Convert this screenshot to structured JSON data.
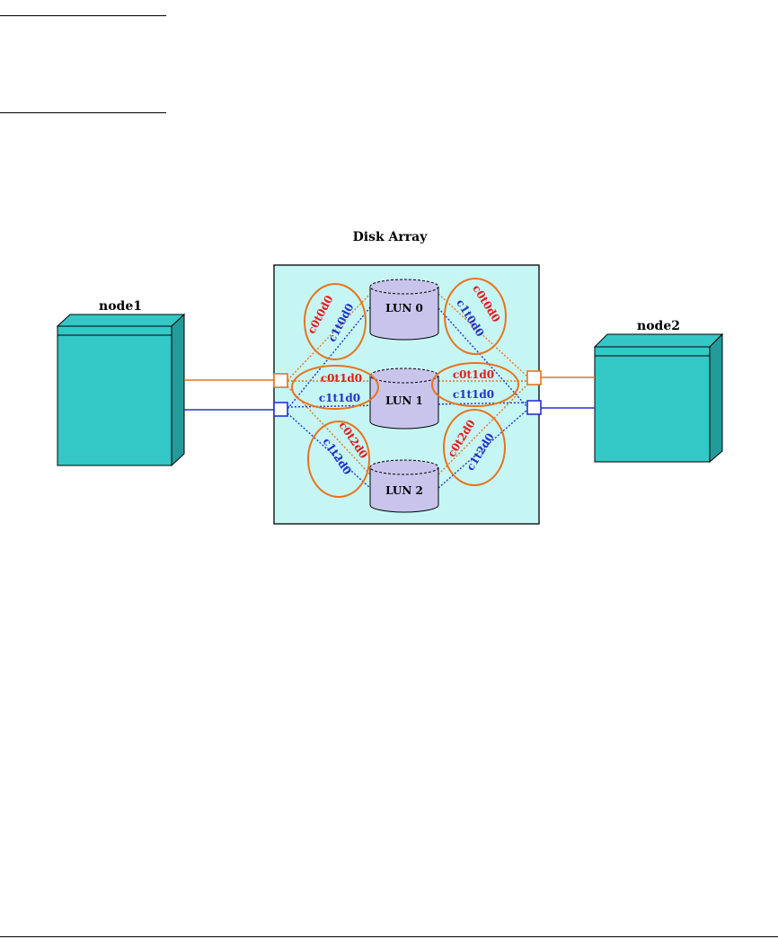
{
  "diagram": {
    "title": "Disk Array",
    "nodes": [
      {
        "id": "node1",
        "label": "node1"
      },
      {
        "id": "node2",
        "label": "node2"
      }
    ],
    "luns": [
      {
        "id": "lun0",
        "label": "LUN 0"
      },
      {
        "id": "lun1",
        "label": "LUN 1"
      },
      {
        "id": "lun2",
        "label": "LUN 2"
      }
    ],
    "paths": {
      "node1": {
        "lun0": {
          "primary": "c0t0d0",
          "alternate": "c1t0d0"
        },
        "lun1": {
          "primary": "c0t1d0",
          "alternate": "c1t1d0"
        },
        "lun2": {
          "primary": "c0t2d0",
          "alternate": "c1t2d0"
        }
      },
      "node2": {
        "lun0": {
          "primary": "c0t0d0",
          "alternate": "c1t0d0"
        },
        "lun1": {
          "primary": "c0t1d0",
          "alternate": "c1t1d0"
        },
        "lun2": {
          "primary": "c0t2d0",
          "alternate": "c1t2d0"
        }
      }
    },
    "colors": {
      "array_bg": "#c6f6f4",
      "node_face": "#33c8c6",
      "node_side": "#229c9a",
      "lun_fill": "#c9c4ec",
      "primary_link": "#e8731c",
      "alternate_link": "#2432c8",
      "path_ring": "#e8731c",
      "primary_text": "#e51a1a",
      "alternate_text": "#2432c8"
    }
  }
}
